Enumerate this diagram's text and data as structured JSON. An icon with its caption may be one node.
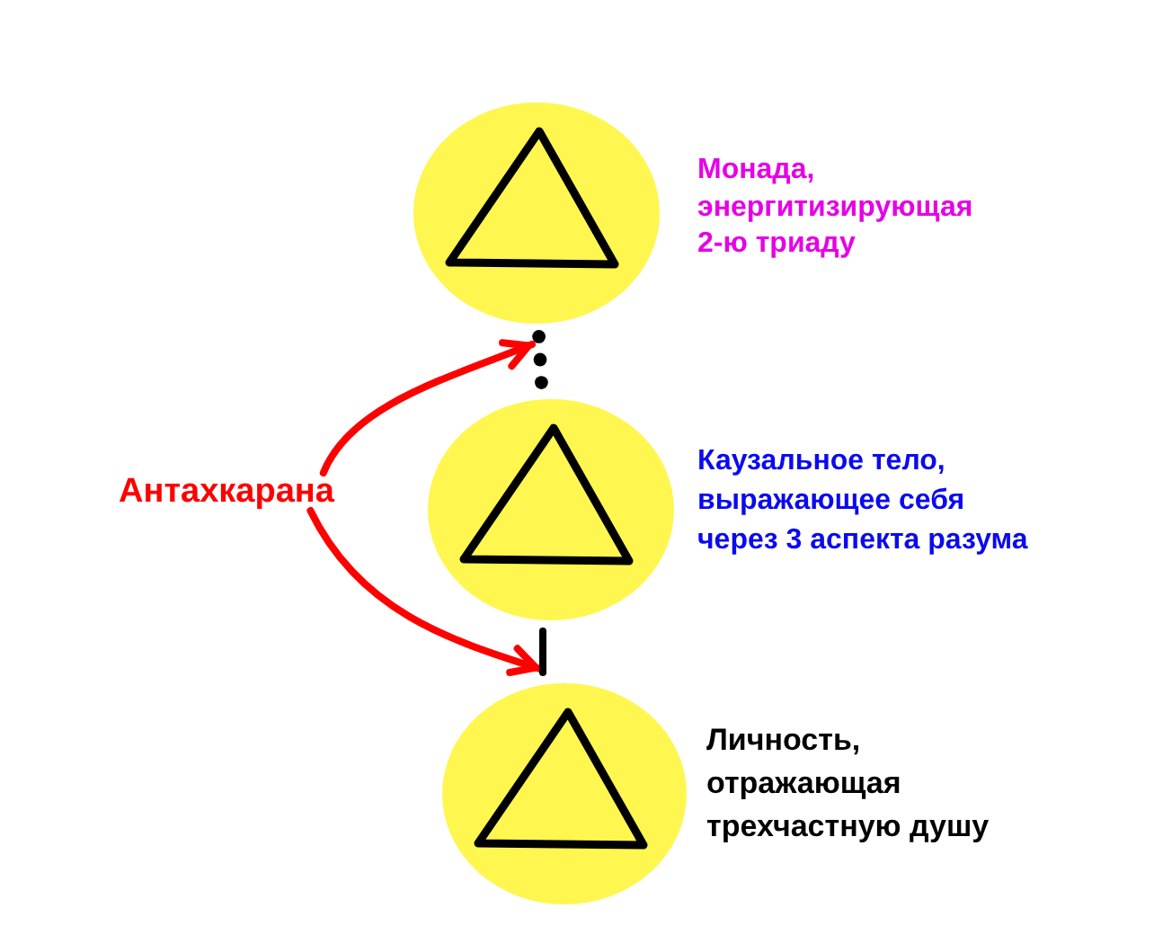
{
  "diagram": {
    "nodes": [
      {
        "text": [],
        "shape": "circle",
        "beside": [
          "Монада, энергитизирующая 2-ю триаду"
        ]
      },
      {
        "text": [],
        "shape": "dots"
      },
      {
        "text": [],
        "shape": "circle",
        "beside": [
          "Каузальное тело, выражающее себя через 3 аспекта разума"
        ]
      },
      {
        "text": [
          "Антахкарана"
        ]
      },
      {
        "text": [],
        "shape": "bar"
      },
      {
        "text": [],
        "shape": "circle",
        "beside": [
          "Личность, отражающая трехчастную душу"
        ]
      }
    ],
    "edges": [
      {
        "from": 3,
        "to": 1,
        "arrow": "to"
      },
      {
        "from": 3,
        "to": 4,
        "arrow": "to"
      }
    ]
  }
}
